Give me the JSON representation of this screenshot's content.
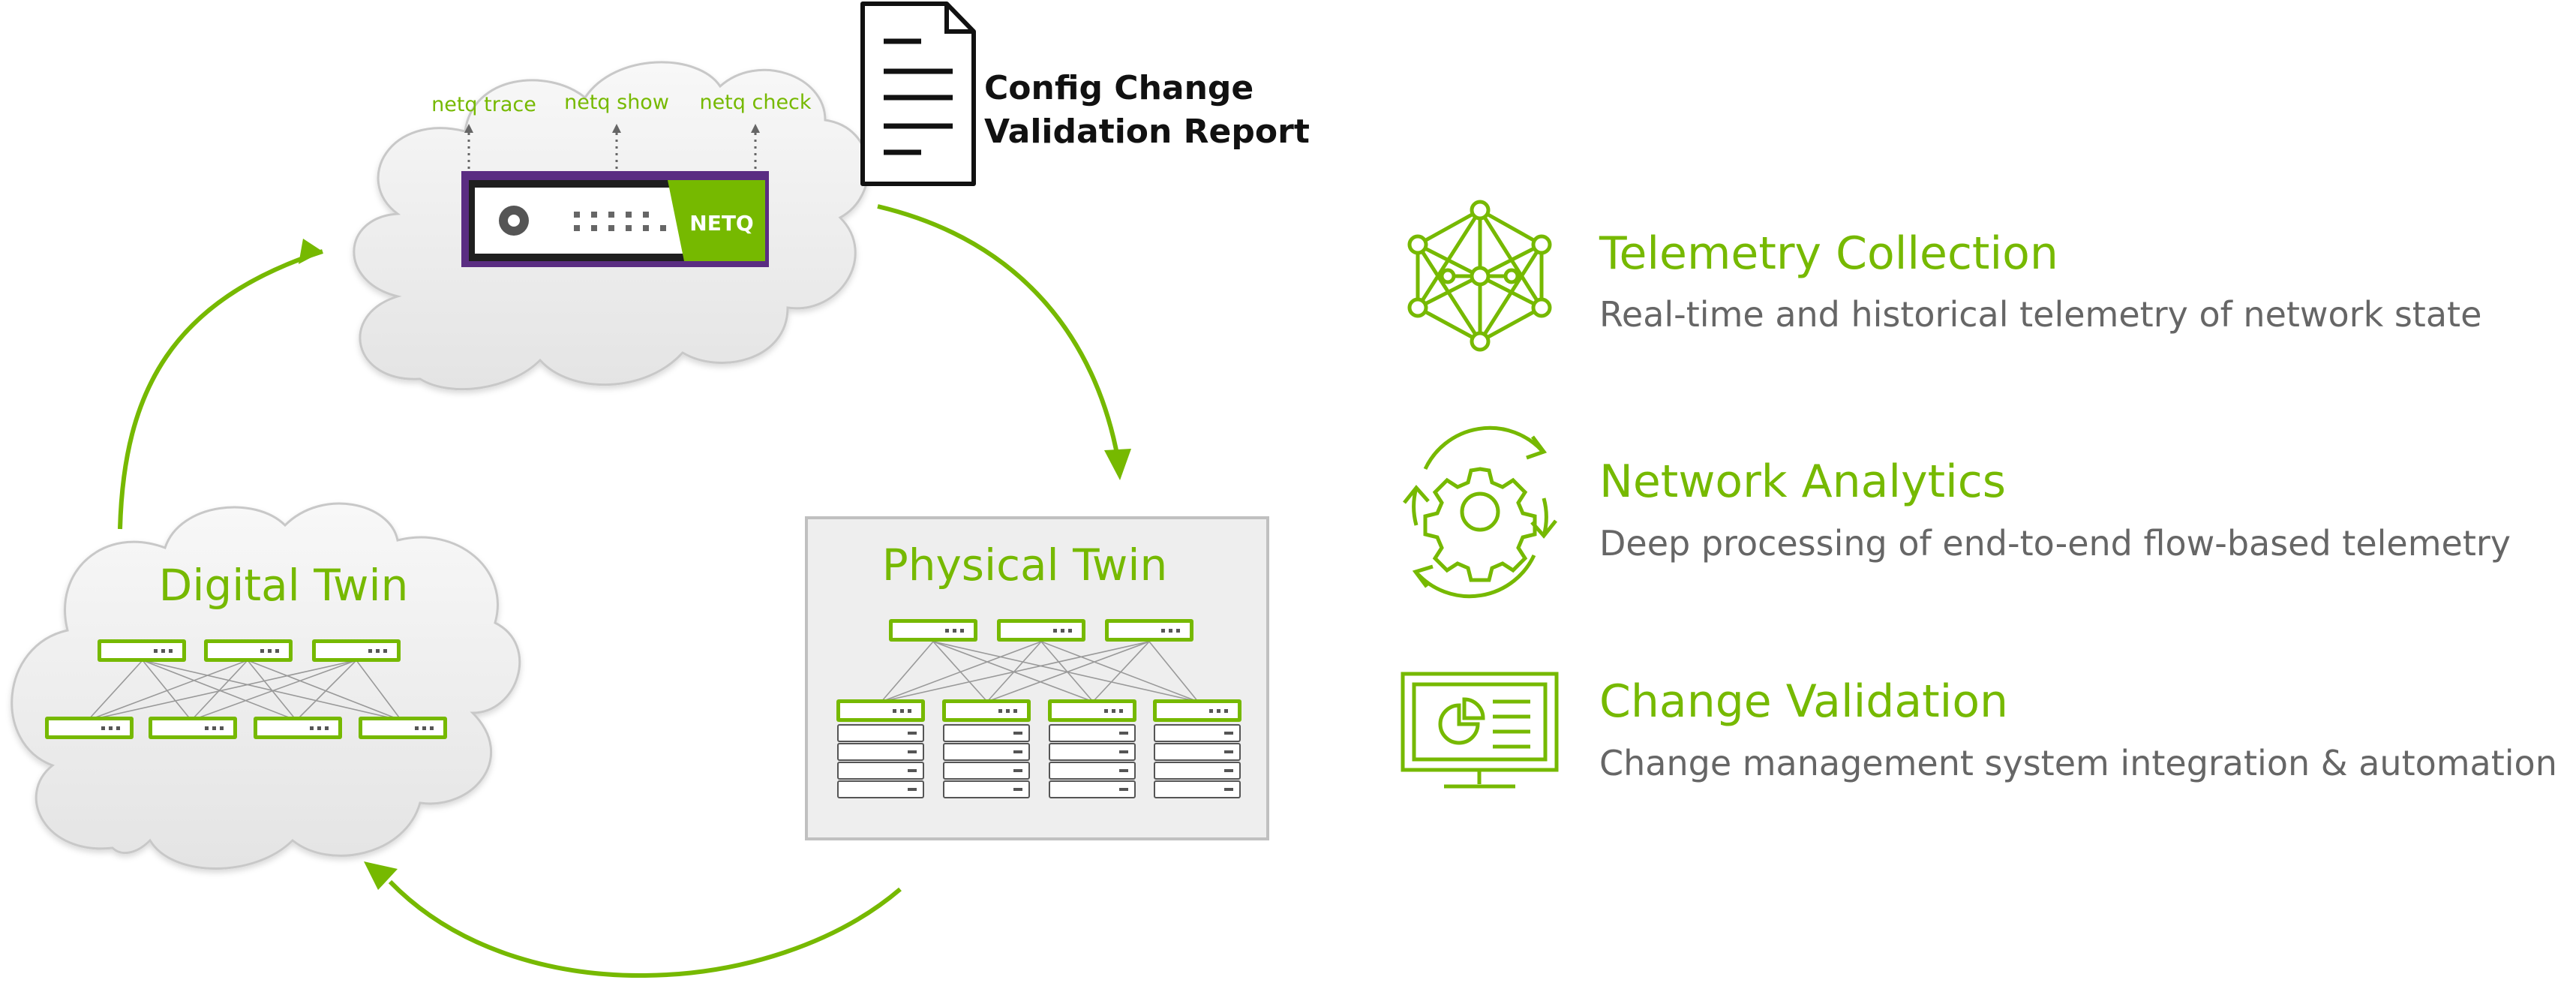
{
  "colors": {
    "accent": "#76b900",
    "text_gray": "#666666",
    "dark": "#222222",
    "netq_purple": "#5a2d82",
    "cloud_fill": "#eeeeee",
    "box_fill": "#eeeeee"
  },
  "top_cloud": {
    "commands": [
      "netq trace",
      "netq show",
      "netq check"
    ],
    "appliance_label": "NETQ"
  },
  "report": {
    "line1": "Config Change",
    "line2": "Validation Report",
    "icon": "document-icon"
  },
  "digital_twin": {
    "title": "Digital Twin"
  },
  "physical_twin": {
    "title": "Physical Twin"
  },
  "features": [
    {
      "icon": "neural-network-icon",
      "title": "Telemetry Collection",
      "description": "Real-time and historical telemetry of network state"
    },
    {
      "icon": "gear-cycle-icon",
      "title": "Network Analytics",
      "description": "Deep processing of end-to-end flow-based telemetry"
    },
    {
      "icon": "monitor-chart-icon",
      "title": "Change Validation",
      "description": "Change management system integration & automation"
    }
  ]
}
